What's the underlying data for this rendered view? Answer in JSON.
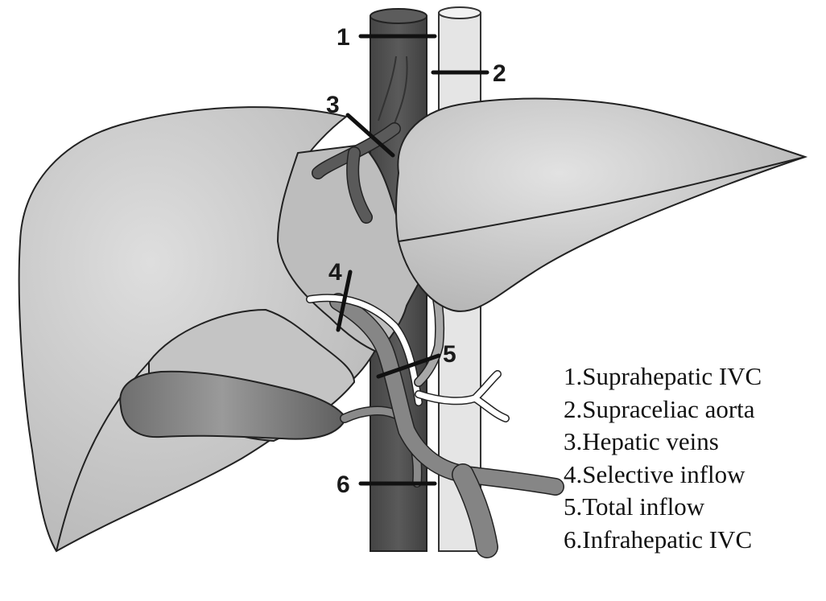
{
  "diagram": {
    "markers": [
      "1",
      "2",
      "3",
      "4",
      "5",
      "6"
    ],
    "legend": [
      "1.Suprahepatic IVC",
      "2.Supraceliac aorta",
      "3.Hepatic veins",
      "4.Selective inflow",
      "5.Total inflow",
      "6.Infrahepatic IVC"
    ]
  },
  "colors": {
    "liver": "#c9c9c9",
    "ivc": "#4f4f4f",
    "aorta": "#e6e6e6",
    "portal_vessels": "#8a8a8a",
    "artery": "#ffffff",
    "clamp_lines": "#1a1a1a"
  }
}
